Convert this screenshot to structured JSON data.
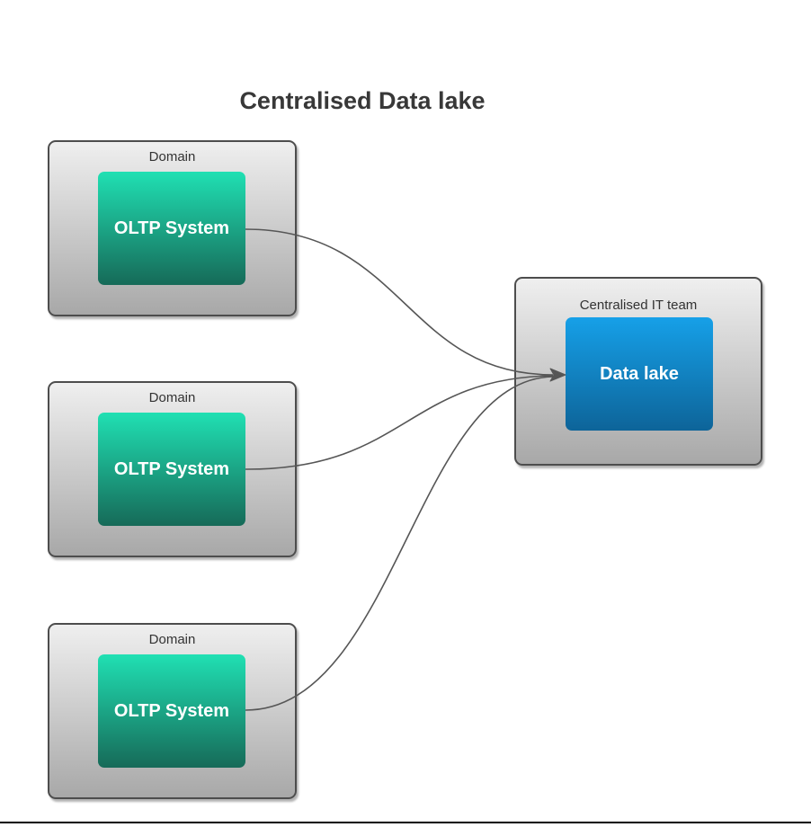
{
  "diagram": {
    "title": "Centralised Data lake",
    "domains": [
      {
        "label": "Domain",
        "system": "OLTP System"
      },
      {
        "label": "Domain",
        "system": "OLTP System"
      },
      {
        "label": "Domain",
        "system": "OLTP System"
      }
    ],
    "central": {
      "label": "Centralised IT team",
      "system": "Data lake"
    },
    "connections": [
      {
        "from": "OLTP System (top domain)",
        "to": "Data lake"
      },
      {
        "from": "OLTP System (middle domain)",
        "to": "Data lake"
      },
      {
        "from": "OLTP System (bottom domain)",
        "to": "Data lake"
      }
    ],
    "colors": {
      "title_text": "#383838",
      "container_label_text": "#333333",
      "node_text": "#ffffff",
      "container_gradient_top": "#efefef",
      "container_gradient_bottom": "#a8a8a8",
      "container_border": "#4d4d4d",
      "oltp_gradient_top": "#20e0b3",
      "oltp_gradient_bottom": "#166a58",
      "datalake_gradient_top": "#16a0e8",
      "datalake_gradient_bottom": "#0d6499",
      "arrow": "#565656",
      "bottom_rule": "#000000"
    }
  }
}
